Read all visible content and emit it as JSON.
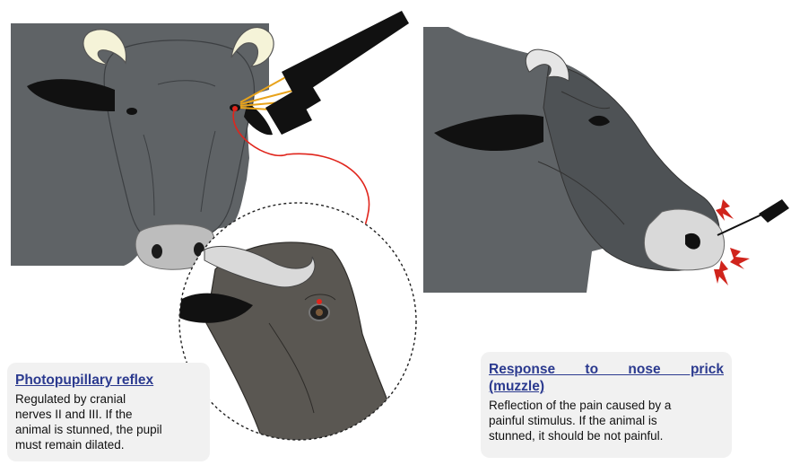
{
  "palette": {
    "hide": "#5f6366",
    "hide_dark": "#4a4f52",
    "hide_inset": "#5a5752",
    "horn": "#f5f3d8",
    "horn_grey": "#d9d9d9",
    "ear_inner": "#111111",
    "light_beam": "#e8a31b",
    "nerve_line": "#e0251c",
    "spike": "#d0241c",
    "panel_bg": "#f1f1f1",
    "title_color": "#2b3a8f"
  },
  "icons": {
    "flashlight": "flashlight-icon",
    "needle": "needle-icon",
    "magnifier": "magnifier-circle"
  },
  "left_panel": {
    "title": "Photopupillary reflex",
    "body_lines": [
      "Regulated by cranial",
      "nerves II and III. If the",
      "animal is stunned, the pupil",
      "must remain dilated."
    ]
  },
  "right_panel": {
    "title_line1": "Response to nose prick",
    "title_line2": "(muzzle)",
    "body_lines": [
      "Reflection of the pain caused by a",
      "painful stimulus. If the animal is",
      "stunned, it should be not painful."
    ]
  }
}
